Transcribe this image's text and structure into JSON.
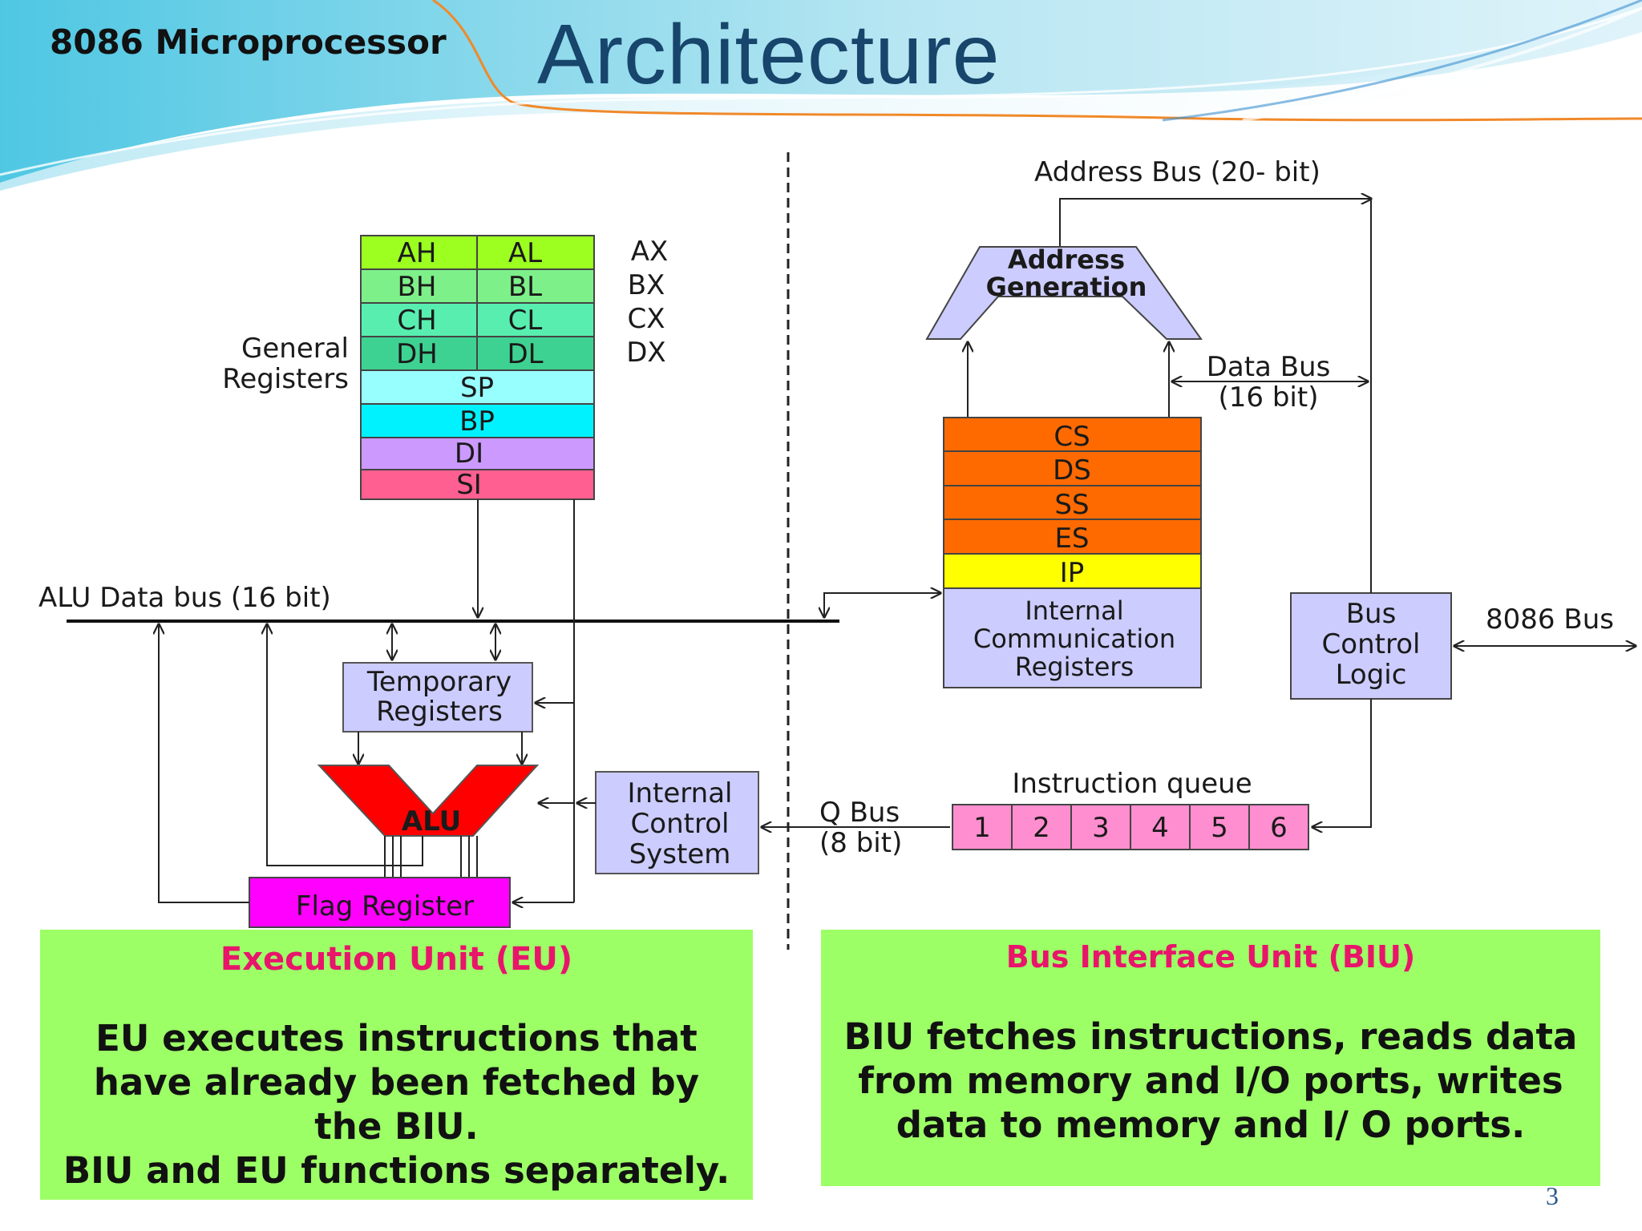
{
  "slide": {
    "subtitle": "8086 Microprocessor",
    "title": "Architecture",
    "page_number": "3"
  },
  "colors": {
    "title": "#17456b",
    "register_lime": "#9cff20",
    "register_green_light": "#7ef08a",
    "register_teal": "#58eeb0",
    "register_green_dark": "#3ed292",
    "sp": "#98ffff",
    "bp": "#00f2ff",
    "di": "#cc99ff",
    "si": "#ff5f91",
    "segment": "#ff6a00",
    "ip": "#ffff00",
    "unit_box": "#ccccff",
    "queue": "#ff8ed0",
    "alu": "#ff0000",
    "flag": "#ff00ff",
    "panel": "#9cff66",
    "panel_heading": "#e8156b"
  },
  "diagram": {
    "general_registers_label": [
      "General",
      "Registers"
    ],
    "register_rows": [
      {
        "high": "AH",
        "low": "AL",
        "pair": "AX"
      },
      {
        "high": "BH",
        "low": "BL",
        "pair": "BX"
      },
      {
        "high": "CH",
        "low": "CL",
        "pair": "CX"
      },
      {
        "high": "DH",
        "low": "DL",
        "pair": "DX"
      }
    ],
    "pointer_registers": [
      "SP",
      "BP",
      "DI",
      "SI"
    ],
    "alu_data_bus": "ALU Data bus (16 bit)",
    "temporary_registers": [
      "Temporary",
      "Registers"
    ],
    "alu": "ALU",
    "flag_register": "Flag Register",
    "internal_control_system": [
      "Internal",
      "Control",
      "System"
    ],
    "q_bus": [
      "Q Bus",
      "(8 bit)"
    ],
    "address_bus": "Address Bus (20- bit)",
    "address_generation": [
      "Address",
      "Generation"
    ],
    "data_bus": [
      "Data Bus",
      "(16 bit)"
    ],
    "segment_registers": [
      "CS",
      "DS",
      "SS",
      "ES"
    ],
    "ip": "IP",
    "internal_communication_registers": [
      "Internal",
      "Communication",
      "Registers"
    ],
    "bus_control_logic": [
      "Bus",
      "Control",
      "Logic"
    ],
    "external_bus": "8086 Bus",
    "instruction_queue_label": "Instruction queue",
    "queue_slots": [
      "1",
      "2",
      "3",
      "4",
      "5",
      "6"
    ]
  },
  "panels": {
    "eu": {
      "heading": "Execution Unit (EU)",
      "lines": [
        "EU executes instructions that",
        "have already been fetched by",
        "the BIU.",
        "BIU and EU functions separately."
      ]
    },
    "biu": {
      "heading": "Bus Interface Unit (BIU)",
      "lines": [
        "BIU fetches instructions, reads data",
        "from memory and I/O ports, writes",
        "data to memory and I/ O ports."
      ]
    }
  }
}
